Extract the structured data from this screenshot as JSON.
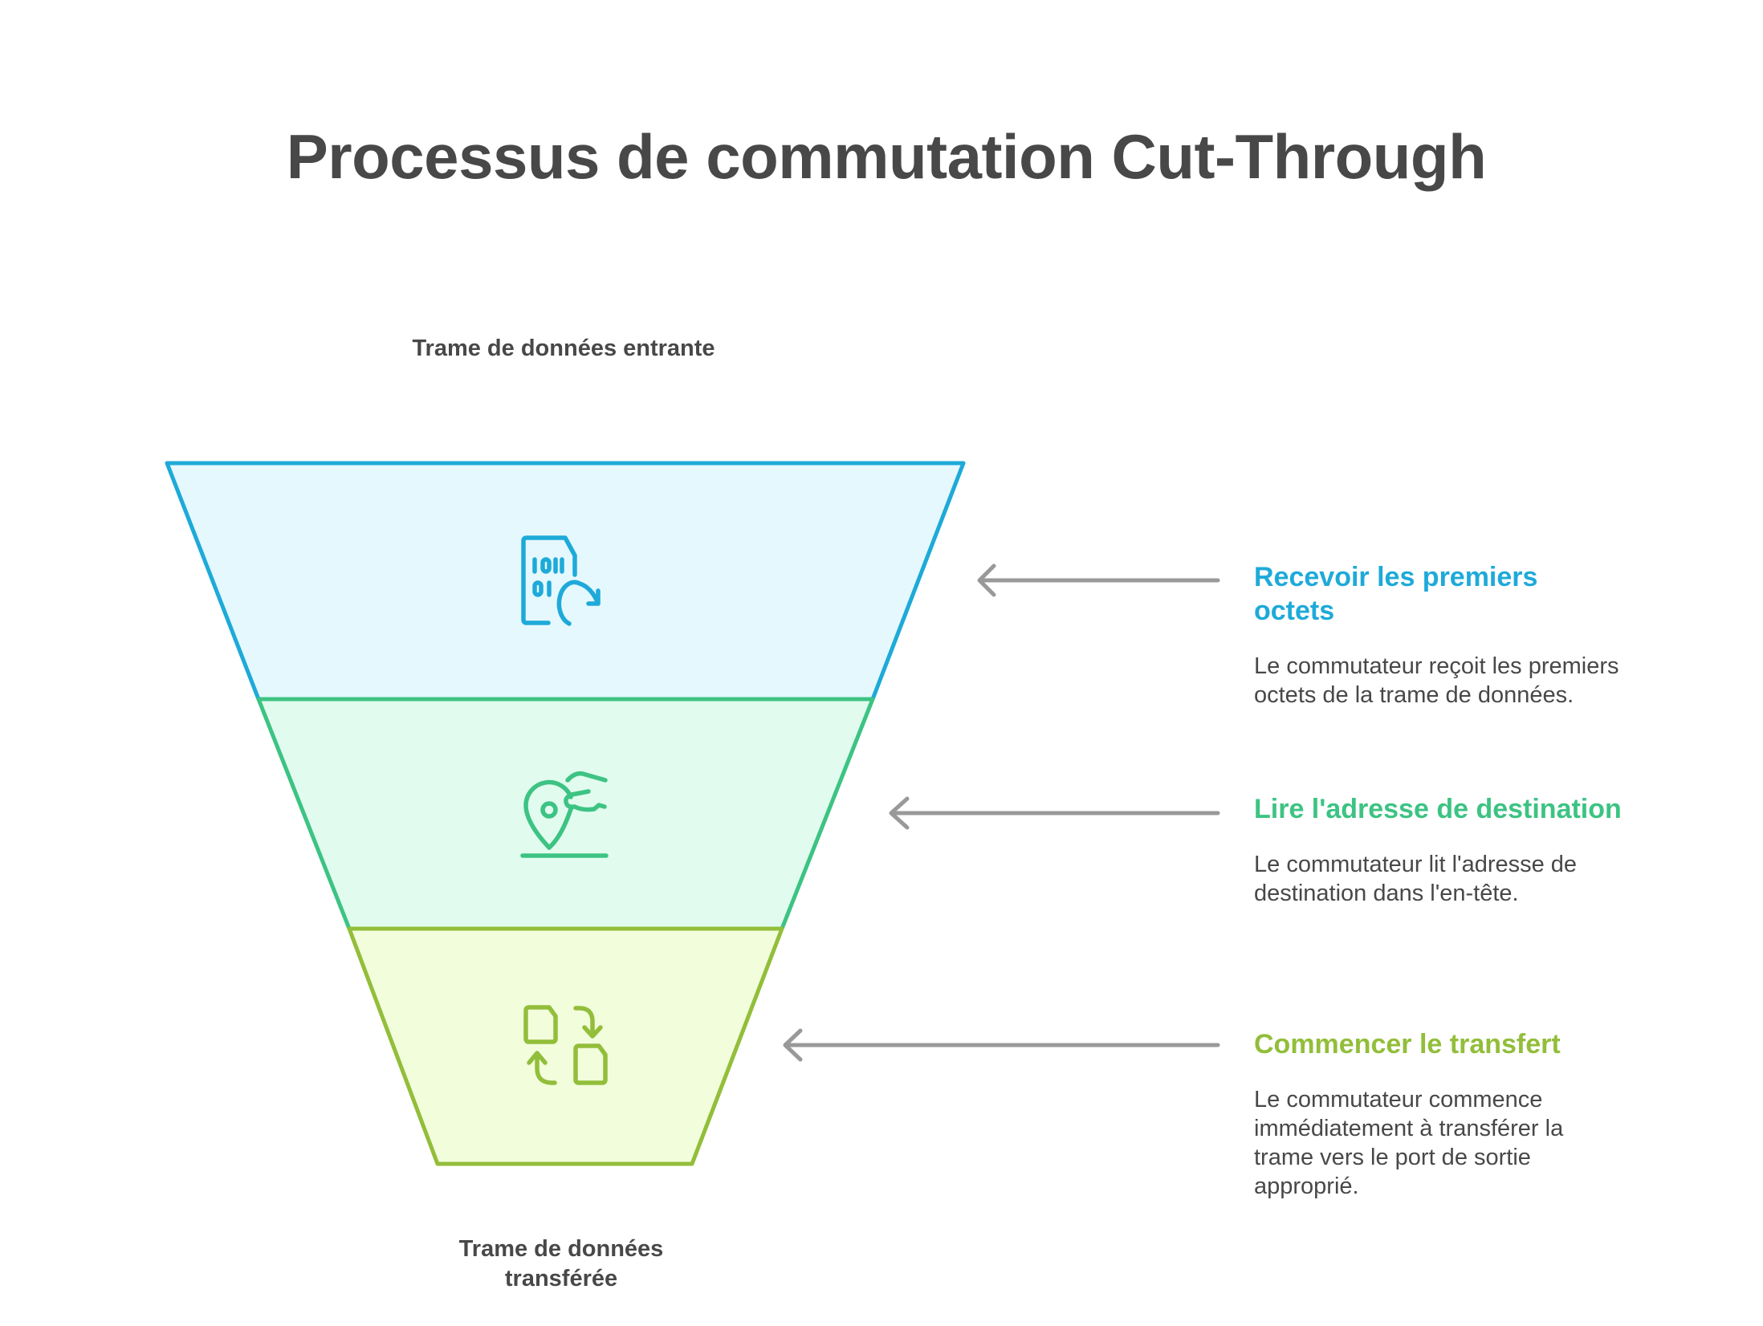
{
  "title": "Processus de commutation Cut-Through",
  "top_label": "Trame de données entrante",
  "bottom_label": "Trame de données transférée",
  "colors": {
    "text": "#484848",
    "arrow": "#999999",
    "stage1_stroke": "#1eaad9",
    "stage1_fill": "#e5f8fd",
    "stage2_stroke": "#3dc383",
    "stage2_fill": "#e1fcef",
    "stage3_stroke": "#92be3a",
    "stage3_fill": "#f2fddc"
  },
  "stages": [
    {
      "icon": "binary-file-refresh-icon",
      "title": "Recevoir les premiers octets",
      "description": "Le commutateur reçoit les premiers octets de la trame de données.",
      "color": "#1eaad9"
    },
    {
      "icon": "location-pin-hand-icon",
      "title": "Lire l'adresse de destination",
      "description": "Le commutateur lit l'adresse de destination dans l'en-tête.",
      "color": "#3dc383"
    },
    {
      "icon": "file-exchange-icon",
      "title": "Commencer le transfert",
      "description": "Le commutateur commence immédiatement à transférer la trame vers le port de sortie approprié.",
      "color": "#92be3a"
    }
  ]
}
